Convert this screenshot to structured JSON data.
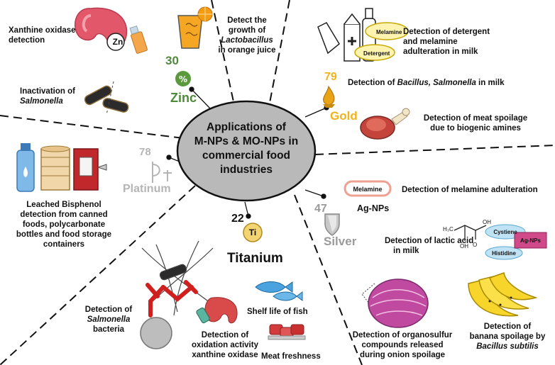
{
  "center": {
    "lines": [
      "Applications of",
      "M-NPs & MO-NPs in",
      "commercial food",
      "industries"
    ]
  },
  "zinc": {
    "number": "30",
    "name": "Zinc",
    "symbol": "Zn",
    "color": "#4e8a3a",
    "apps": {
      "xanthine": "Xanthine oxidase detection",
      "inactivation_1": "Inactivation of",
      "inactivation_2": "Salmonella",
      "lacto_1": "Detect the",
      "lacto_2": "growth of",
      "lacto_3": "Lactobacillus",
      "lacto_4": "in orange juice"
    }
  },
  "gold": {
    "number": "79",
    "name": "Gold",
    "color": "#f2b21b",
    "apps": {
      "detergent_1": "Detection of detergent",
      "detergent_2": "and melamine",
      "detergent_3": "adulteration in milk",
      "bacillus_1": "Detection of ",
      "bacillus_2": "Bacillus, Salmonella",
      "bacillus_3": " in milk",
      "meat_1": "Detection of meat spoilage",
      "meat_2": "due to biogenic amines",
      "label_melamine": "Melamine",
      "label_detergent": "Detergent"
    }
  },
  "platinum": {
    "number": "78",
    "name": "Platinum",
    "color": "#b5b5b5",
    "apps": {
      "bisphenol_1": "Leached Bisphenol",
      "bisphenol_2": "detection from canned",
      "bisphenol_3": "foods, polycarbonate",
      "bisphenol_4": "bottles and food storage",
      "bisphenol_5": "containers"
    }
  },
  "titanium": {
    "number": "22",
    "name": "Titanium",
    "symbol": "Ti",
    "color": "#e3b94a",
    "apps": {
      "salmonella_1": "Detection of",
      "salmonella_2": "Salmonella",
      "salmonella_3": "bacteria",
      "oxidation_1": "Detection of",
      "oxidation_2": "oxidation activity",
      "oxidation_3": "xanthine oxidase",
      "fish": "Shelf life of fish",
      "meat": "Meat freshness"
    }
  },
  "silver": {
    "number": "47",
    "name": "Silver",
    "color": "#9a9a9a",
    "label": "Ag-NPs",
    "apps": {
      "melamine_pill": "Melamine",
      "melamine": "Detection of melamine adulteration",
      "lactic_1": "Detection of lactic acid",
      "lactic_2": "in milk",
      "cystiene": "Cystiene",
      "histidine": "Histidine",
      "agnps_box": "Ag-NPs",
      "chem_h3c": "H₃C",
      "chem_oh1": "OH",
      "chem_oh2": "OH",
      "chem_o": "O",
      "onion_1": "Detection of organosulfur",
      "onion_2": "compounds released",
      "onion_3": "during onion spoilage",
      "banana_1": "Detection of",
      "banana_2": "banana spoilage by",
      "banana_3": "Bacillus subtilis"
    }
  }
}
